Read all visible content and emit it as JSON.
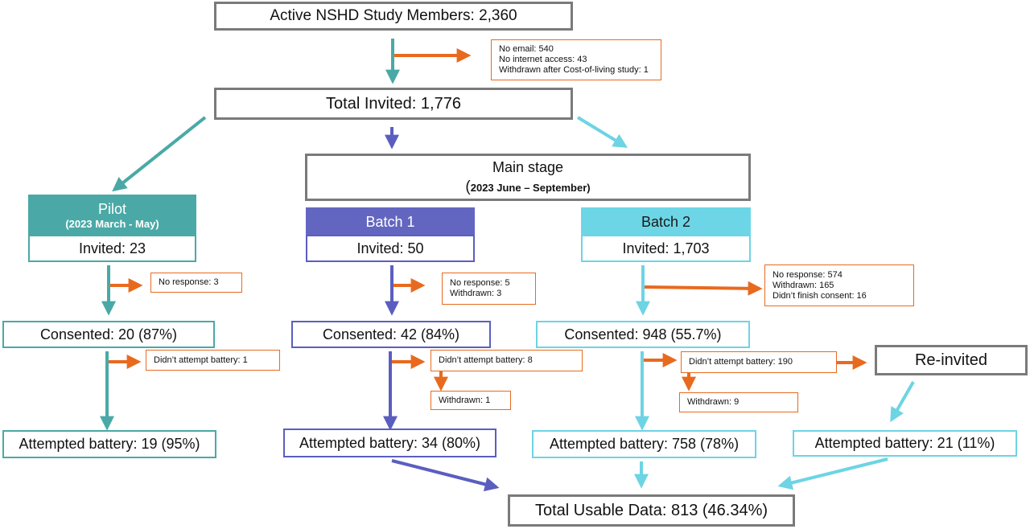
{
  "top": {
    "active_members": "Active NSHD Study Members: 2,360"
  },
  "exclusions_top": [
    "No email: 540",
    "No internet access: 43",
    "Withdrawn after Cost-of-living study: 1"
  ],
  "total_invited": "Total Invited: 1,776",
  "main_stage": {
    "title": "Main stage",
    "dates_open": "(",
    "dates": "2023 June – September)"
  },
  "pilot": {
    "title": "Pilot",
    "dates": "(2023 March - May)",
    "invited": "Invited: 23",
    "no_response": "No response: 3",
    "consented": "Consented: 20 (87%)",
    "didnt_attempt": "Didn’t attempt battery: 1",
    "attempted": "Attempted battery: 19 (95%)"
  },
  "batch1": {
    "title": "Batch 1",
    "invited": "Invited: 50",
    "exclusions": [
      "No response: 5",
      "Withdrawn: 3"
    ],
    "consented": "Consented: 42 (84%)",
    "didnt_attempt": "Didn’t attempt battery: 8",
    "withdrawn": "Withdrawn: 1",
    "attempted": "Attempted battery: 34 (80%)"
  },
  "batch2": {
    "title": "Batch 2",
    "invited": "Invited: 1,703",
    "exclusions": [
      "No response: 574",
      "Withdrawn: 165",
      "Didn’t finish consent: 16"
    ],
    "consented": "Consented: 948 (55.7%)",
    "didnt_attempt": "Didn’t attempt battery: 190",
    "withdrawn": "Withdrawn: 9",
    "attempted": "Attempted battery: 758 (78%)"
  },
  "reinvited": {
    "title": "Re-invited",
    "attempted": "Attempted battery: 21 (11%)"
  },
  "total_usable": "Total Usable Data: 813 (46.34%)",
  "colors": {
    "teal": "#4aa9a6",
    "indigo": "#5b5ebf",
    "cyan": "#6dd4e4",
    "orange": "#e86a1f",
    "gray": "#7a7a7a"
  }
}
